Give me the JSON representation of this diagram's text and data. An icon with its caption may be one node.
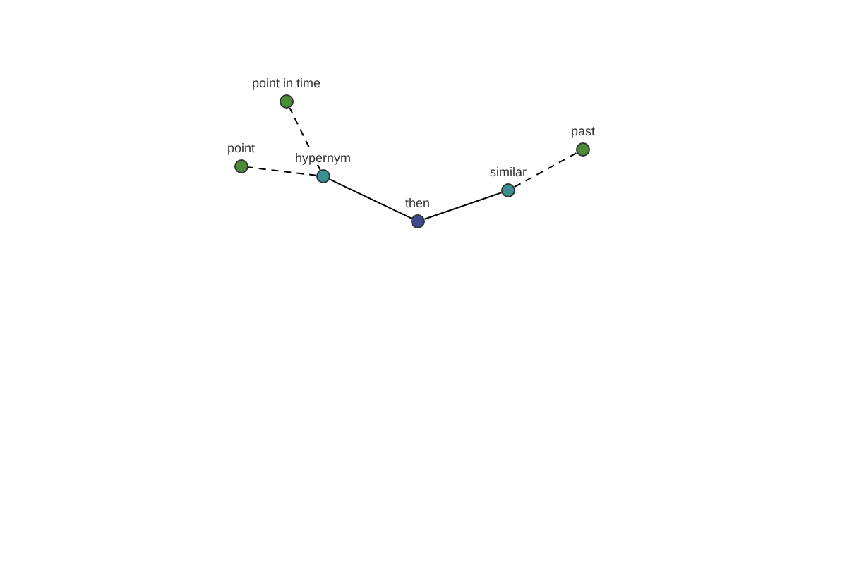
{
  "diagram": {
    "nodes": [
      {
        "text": [
          "then"
        ]
      },
      {
        "text": [
          "hypernym"
        ]
      },
      {
        "text": [
          "similar"
        ]
      },
      {
        "text": [
          "point"
        ]
      },
      {
        "text": [
          "point in time"
        ]
      },
      {
        "text": [
          "past"
        ]
      }
    ],
    "edges": [
      {
        "from": 0,
        "to": 1,
        "arrow": "none"
      },
      {
        "from": 0,
        "to": 2,
        "arrow": "none"
      },
      {
        "from": 1,
        "to": 3,
        "arrow": "none",
        "style": "dashed"
      },
      {
        "from": 1,
        "to": 4,
        "arrow": "none",
        "style": "dashed"
      },
      {
        "from": 2,
        "to": 5,
        "arrow": "none",
        "style": "dashed"
      }
    ]
  }
}
